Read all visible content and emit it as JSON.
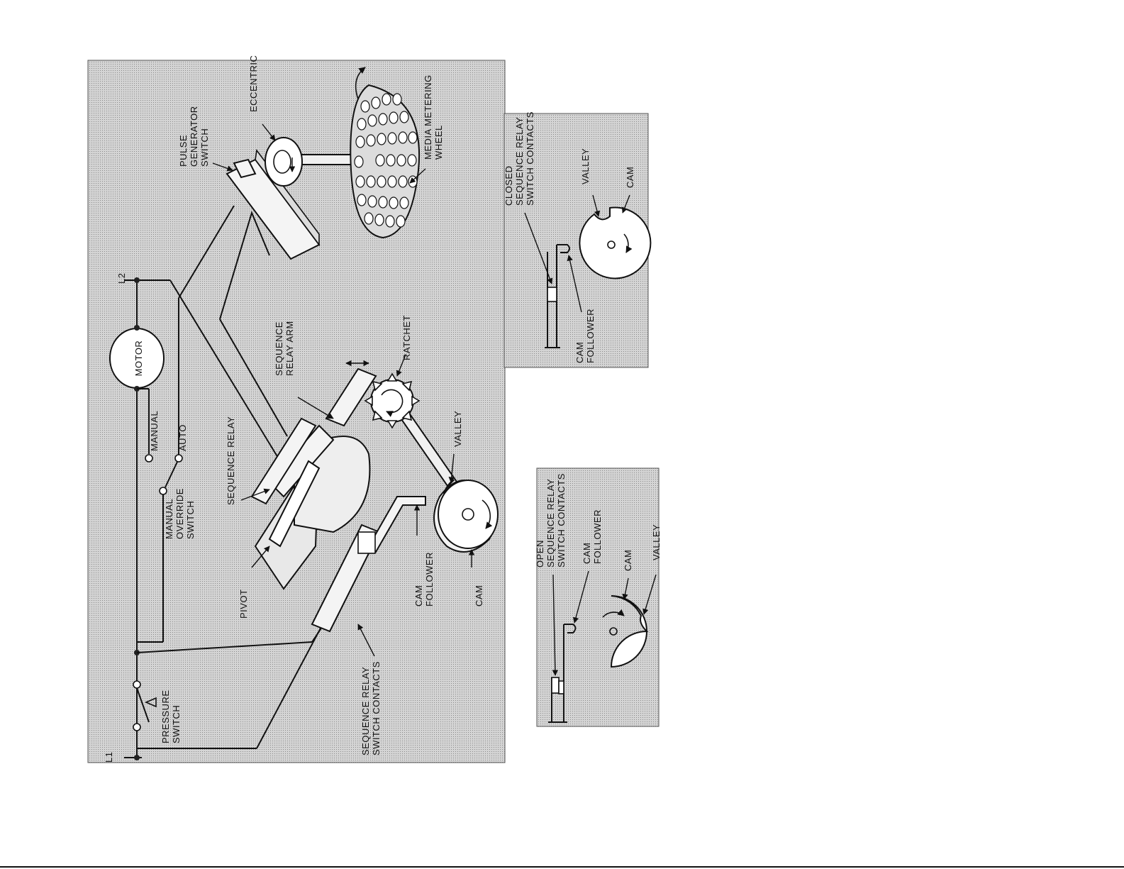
{
  "main_diagram": {
    "labels": {
      "l1": "L1",
      "l2": "L2",
      "motor": "MOTOR",
      "manual": "MANUAL",
      "auto": "AUTO",
      "pressure_switch": [
        "PRESSURE",
        "SWITCH"
      ],
      "manual_override_switch": [
        "MANUAL",
        "OVERRIDE",
        "SWITCH"
      ],
      "sequence_relay": "SEQUENCE RELAY",
      "pivot": "PIVOT",
      "sequence_relay_arm": [
        "SEQUENCE",
        "RELAY ARM"
      ],
      "ratchet": "RATCHET",
      "valley": "VALLEY",
      "cam_follower": [
        "CAM",
        "FOLLOWER"
      ],
      "cam": "CAM",
      "sequence_relay_switch_contacts": [
        "SEQUENCE RELAY",
        "SWITCH CONTACTS"
      ],
      "pulse_generator_switch": [
        "PULSE",
        "GENERATOR",
        "SWITCH"
      ],
      "eccentric": "ECCENTRIC",
      "media_metering_wheel": [
        "MEDIA METERING",
        "WHEEL"
      ]
    }
  },
  "closed_inset": {
    "labels": {
      "contacts": [
        "CLOSED",
        "SEQUENCE RELAY",
        "SWITCH CONTACTS"
      ],
      "valley": "VALLEY",
      "cam": "CAM",
      "cam_follower": [
        "CAM",
        "FOLLOWER"
      ]
    }
  },
  "open_inset": {
    "labels": {
      "contacts": [
        "OPEN",
        "SEQUENCE RELAY",
        "SWITCH CONTACTS"
      ],
      "cam_follower": [
        "CAM",
        "FOLLOWER"
      ],
      "cam": "CAM",
      "valley": "VALLEY"
    }
  },
  "colors": {
    "screen_gray": "#c9c9c9",
    "ink": "#111111",
    "paper": "#ffffff"
  }
}
